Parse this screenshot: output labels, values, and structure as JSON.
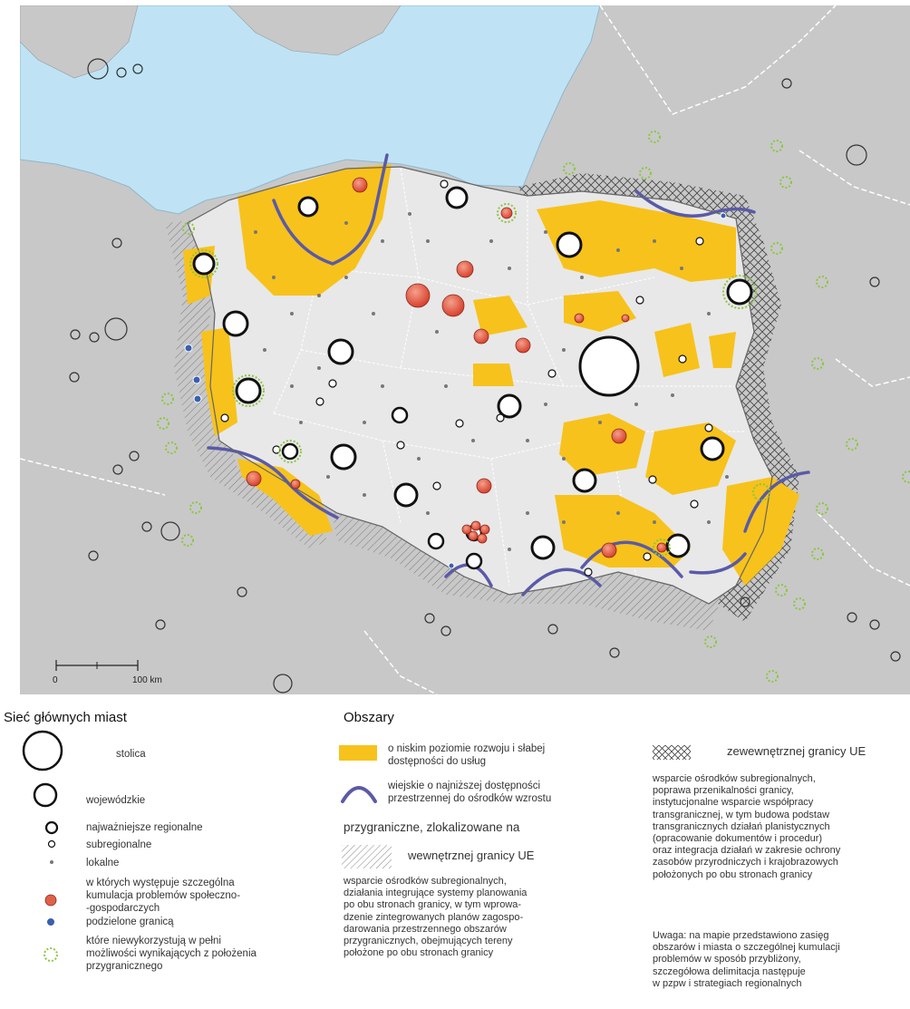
{
  "map": {
    "scale_label_zero": "0",
    "scale_label_km": "100 km"
  },
  "legend": {
    "cities_title": "Sieć głównych miast",
    "capital": "stolica",
    "voivodeship": "wojewódzkie",
    "regional": "najważniejsze regionalne",
    "subregional": "subregionalne",
    "local": "lokalne",
    "problems_lines": [
      "w których występuje szczególna",
      "kumulacja problemów społeczno-",
      "-gospodarczych"
    ],
    "divided": "podzielone granicą",
    "unused_lines": [
      "które niewykorzystują w pełni",
      "możliwości wynikających z położenia",
      "przygranicznego"
    ],
    "areas_title": "Obszary",
    "low_dev_lines": [
      "o niskim poziomie rozwoju i słabej",
      "dostępności do usług"
    ],
    "rural_lines": [
      "wiejskie o najniższej dostępności",
      "przestrzennej do ośrodków wzrostu"
    ],
    "border_title": "przygraniczne, zlokalizowane na",
    "internal_border": "wewnętrznej granicy UE",
    "internal_desc": [
      "wsparcie ośrodków subregionalnych,",
      "działania integrujące systemy planowania",
      "po obu stronach granicy, w tym wprowa-",
      "dzenie zintegrowanych planów zagospo-",
      "darowania przestrzennego obszarów",
      "przygranicznych, obejmujących tereny",
      "położone po obu stronach granicy"
    ],
    "external_border": "zewewnętrznej granicy UE",
    "external_desc": [
      "wsparcie ośrodków subregionalnych,",
      "poprawa przenikalności granicy,",
      "instytucjonalne wsparcie współpracy",
      "transgranicznej, w tym budowa podstaw",
      "transgranicznych działań planistycznych",
      "(opracowanie dokumentów i procedur)",
      "oraz integracja działań w zakresie ochrony",
      "zasobów przyrodniczych i krajobrazowych",
      "położonych po obu stronach granicy"
    ],
    "note": [
      "Uwaga: na mapie przedstawiono zasięg",
      "obszarów i miasta o szczególnej kumulacji",
      "problemów w sposób przybliżony,",
      "szczegółowa delimitacja następuje",
      "w pzpw i strategiach regionalnych"
    ]
  },
  "colors": {
    "sea": "#bfe3f5",
    "land_outside": "#c8c8c8",
    "poland": "#e8e8e8",
    "low_dev": "#f7c21b",
    "rural_line": "#5a5aa8",
    "problem_city": "#e0604a",
    "divided_city": "#3a5fb0",
    "unused_ring": "#8cc63f"
  }
}
